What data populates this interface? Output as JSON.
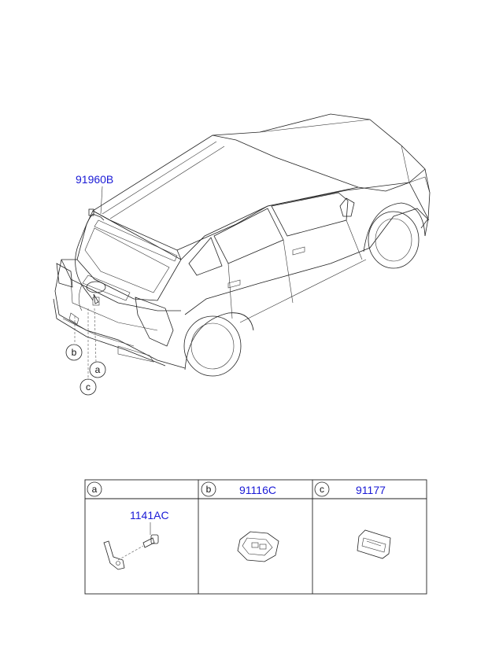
{
  "main_part_label": "91960B",
  "callouts": {
    "a": "a",
    "b": "b",
    "c": "c"
  },
  "table": {
    "cells": [
      {
        "letter": "a",
        "part_no": ""
      },
      {
        "letter": "b",
        "part_no": "91116C"
      },
      {
        "letter": "c",
        "part_no": "91177"
      }
    ],
    "sub_part_label": "1141AC"
  },
  "colors": {
    "part_label": "#1a1ad6",
    "line": "#222222"
  }
}
